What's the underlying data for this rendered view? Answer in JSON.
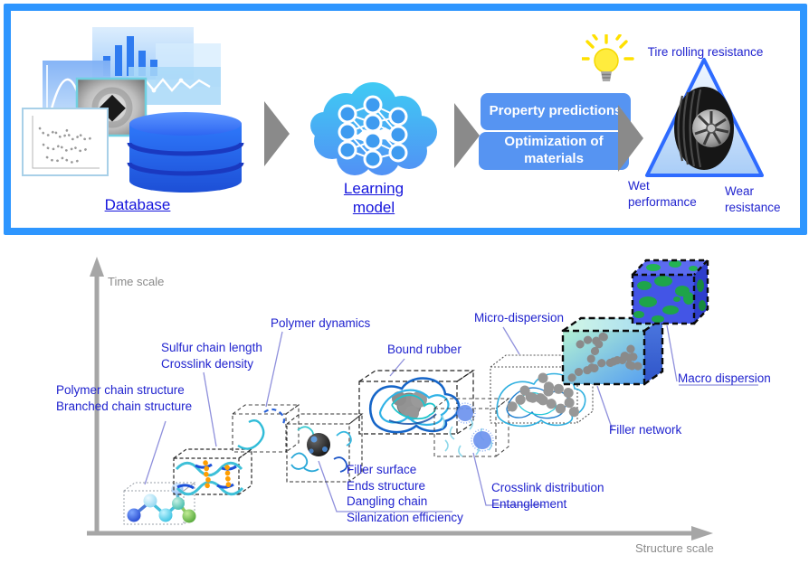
{
  "top_panel": {
    "database_label": "Database",
    "learning_model_label": "Learning model",
    "property_box_label": "Property predictions",
    "optimization_box_label": "Optimization of materials",
    "tire": {
      "top_label": "Tire rolling resistance",
      "bottom_left_label": "Wet\nperformance",
      "bottom_right_label": "Wear\nresistance"
    }
  },
  "bottom_panel": {
    "axes": {
      "y_label": "Time scale",
      "x_label": "Structure scale"
    },
    "labels": {
      "polymer_chain": "Polymer chain structure\nBranched chain structure",
      "sulfur": "Sulfur chain length\nCrosslink density",
      "polymer_dynamics": "Polymer dynamics",
      "bound_rubber": "Bound rubber",
      "micro_dispersion": "Micro-dispersion",
      "macro_dispersion": "Macro dispersion",
      "filler_network": "Filler network",
      "filler_surface": "Filler surface\nEnds structure\nDangling chain\nSilanization efficiency",
      "crosslink": "Crosslink distribution\nEntanglement"
    }
  },
  "colors": {
    "panel_border_blue": "#2e96ff",
    "flow_box_blue": "#5694f2",
    "label_blue": "#2023cf",
    "link_blue": "#1414dc",
    "arrow_gray": "#8a8a8a",
    "axis_gray": "#a6a6a6",
    "database_cylinder_blue": "#2e78fa",
    "sulfur_orange": "#ff9e00",
    "filler_gray": "#939393",
    "macro_cube_blue": "#4355e6",
    "macro_blob_green": "#1ea44a"
  }
}
